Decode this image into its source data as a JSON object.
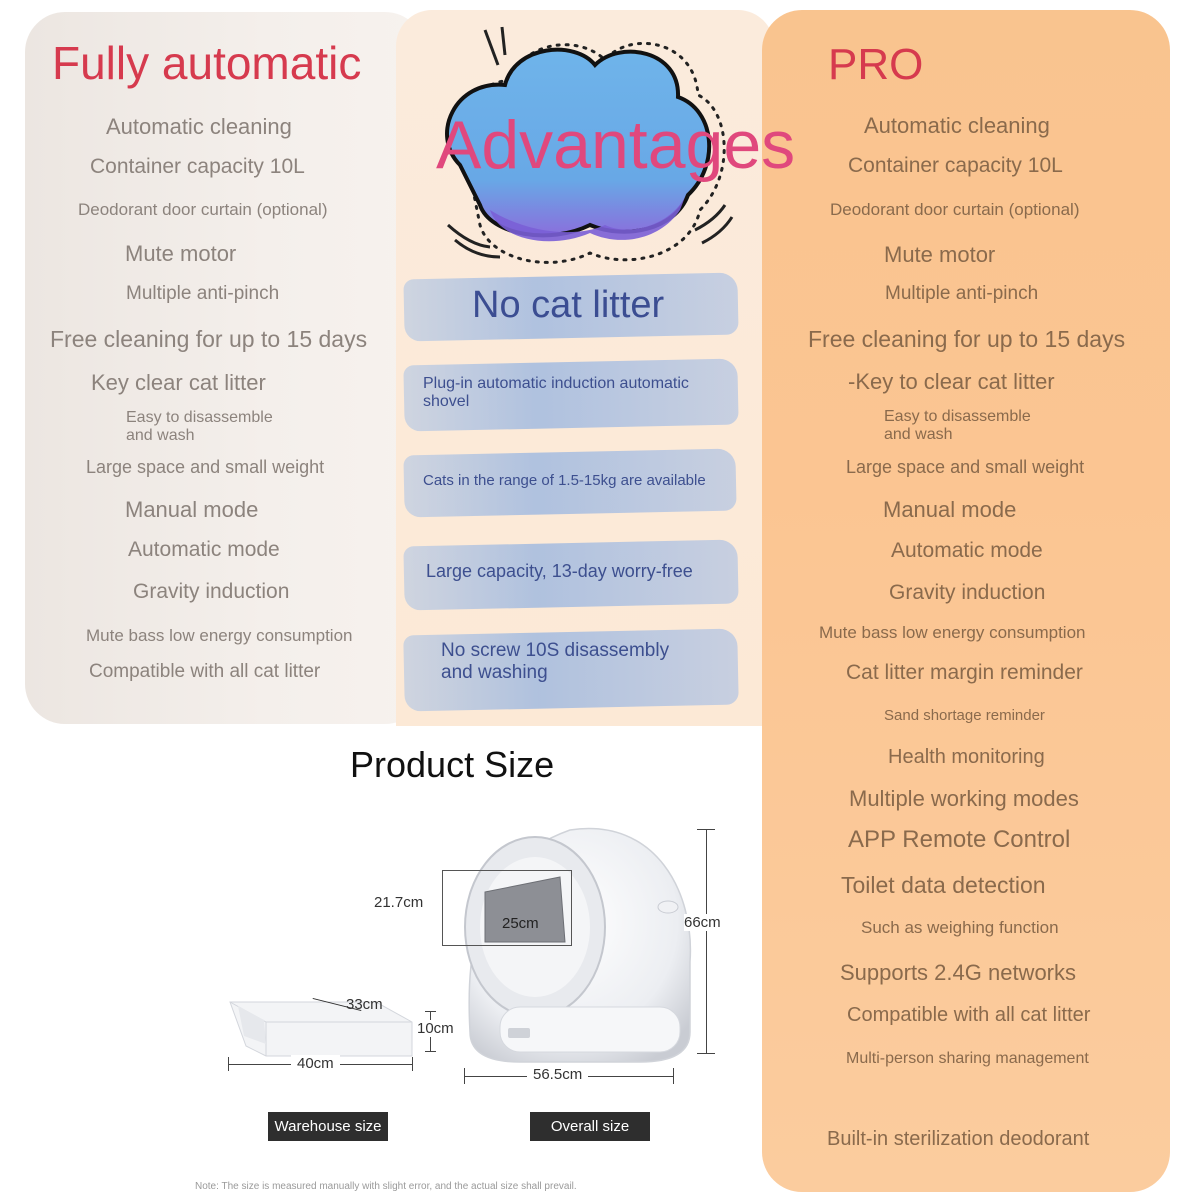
{
  "left_panel": {
    "title": "Fully automatic",
    "items": [
      "Automatic cleaning",
      "Container capacity 10L",
      "Deodorant door curtain (optional)",
      "Mute motor",
      "Multiple anti-pinch",
      "Free cleaning for up to 15 days",
      "Key clear cat litter",
      "Easy to disassemble",
      "and wash",
      "Large space and small weight",
      "Manual mode",
      "Automatic mode",
      "Gravity induction",
      "Mute bass low energy consumption",
      "Compatible with all cat litter"
    ]
  },
  "middle_panel": {
    "title": "Advantages",
    "headline": "No cat litter",
    "features": [
      "Plug-in automatic induction automatic",
      "shovel",
      "Cats in the range of 1.5-15kg are available",
      "Large capacity, 13-day worry-free",
      "No screw 10S disassembly",
      "and washing"
    ]
  },
  "right_panel": {
    "title": "PRO",
    "items": [
      "Automatic cleaning",
      "Container capacity 10L",
      "Deodorant door curtain (optional)",
      "Mute motor",
      "Multiple anti-pinch",
      "Free cleaning for up to 15 days",
      "-Key to clear cat litter",
      "Easy to disassemble",
      "and wash",
      "Large space and small weight",
      "Manual mode",
      "Automatic mode",
      "Gravity induction",
      "Mute bass low energy consumption",
      "Cat litter margin reminder",
      "Sand shortage reminder",
      "Health monitoring",
      "Multiple working modes",
      "APP Remote Control",
      "Toilet data detection",
      "Such as weighing function",
      "Supports 2.4G networks",
      "Compatible with all cat litter",
      "Multi-person sharing management",
      "Built-in sterilization deodorant"
    ]
  },
  "product_size": {
    "title": "Product Size",
    "dims": {
      "door_height": "21.7cm",
      "door_width": "25cm",
      "height": "66cm",
      "drawer_depth": "33cm",
      "drawer_height": "10cm",
      "drawer_length": "40cm",
      "width": "56.5cm"
    },
    "labels": {
      "warehouse": "Warehouse size",
      "overall": "Overall size"
    },
    "note": "Note: The size is measured manually with slight error, and the actual size shall prevail."
  },
  "colors": {
    "title_red": "#d63a4e",
    "title_pink": "#e0487d",
    "pro_panel": "#f9c48f",
    "cloud_blue": "#6ab0e8",
    "stroke_blue": "#9bb8e0"
  }
}
